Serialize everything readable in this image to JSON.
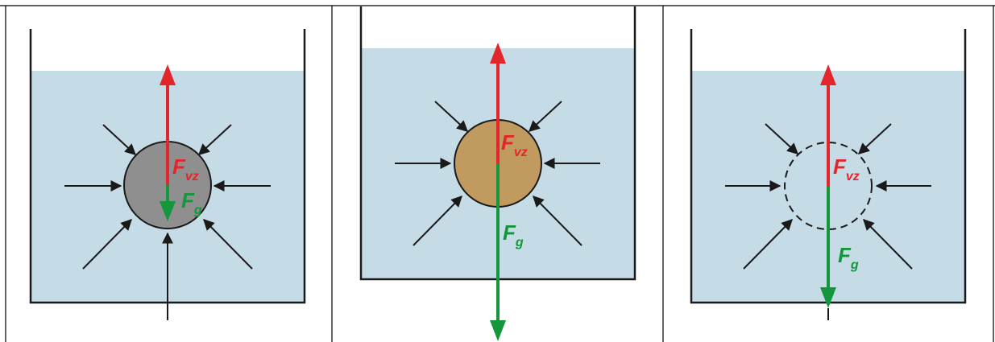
{
  "colors": {
    "water": "#c5dce6",
    "vessel": "#1a1a1a",
    "buoyancy": "#e3262b",
    "gravity": "#14963c",
    "ball_1": "#8f8f8f",
    "ball_2": "#c09a5f",
    "ball_3": "none"
  },
  "labels": {
    "buoyancy_main": "F",
    "buoyancy_sub": "vz",
    "gravity_main": "F",
    "gravity_sub": "g"
  },
  "panels": [
    {
      "ball_style": "solid-gray",
      "relative_gravity": "shorter"
    },
    {
      "ball_style": "solid-brown",
      "relative_gravity": "longer"
    },
    {
      "ball_style": "dashed-outline",
      "relative_gravity": "equal"
    }
  ]
}
